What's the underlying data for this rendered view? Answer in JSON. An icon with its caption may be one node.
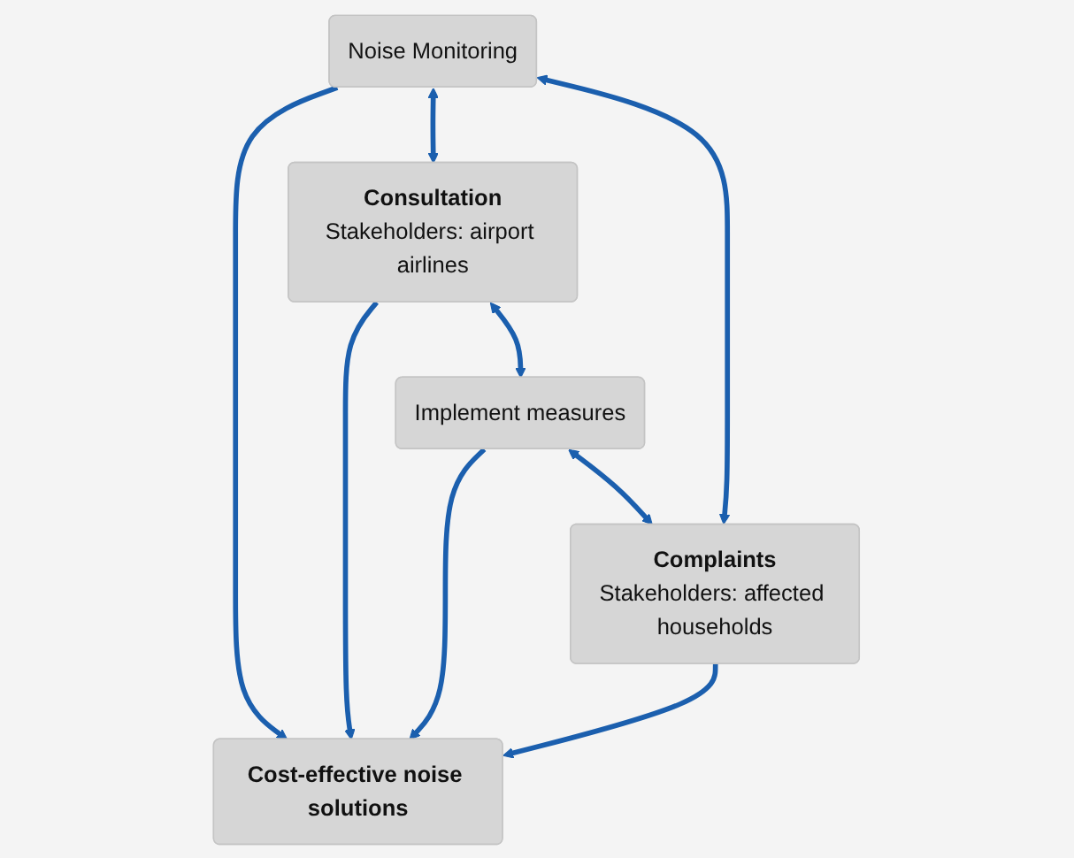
{
  "diagram": {
    "nodes": [
      {
        "text": [
          "Noise Monitoring"
        ]
      },
      {
        "text": [
          "Complaints",
          "Stakeholders: affected households"
        ]
      },
      {
        "text": [
          "Cost-effective noise solutions"
        ]
      },
      {
        "text": [
          "Consultation",
          "Stakeholders: airport airlines"
        ]
      },
      {
        "text": [
          "Implement measures"
        ]
      }
    ],
    "edges": [
      {
        "from": 0,
        "to": 2,
        "arrow": "to"
      },
      {
        "from": 1,
        "to": 2,
        "arrow": "to"
      },
      {
        "from": 3,
        "to": 2,
        "arrow": "to"
      },
      {
        "from": 4,
        "to": 2,
        "arrow": "to"
      },
      {
        "from": 1,
        "to": 0,
        "arrow": "both"
      },
      {
        "from": 0,
        "to": 3,
        "arrow": "both"
      },
      {
        "from": 3,
        "to": 4,
        "arrow": "both"
      },
      {
        "from": 4,
        "to": 1,
        "arrow": "both"
      }
    ]
  }
}
